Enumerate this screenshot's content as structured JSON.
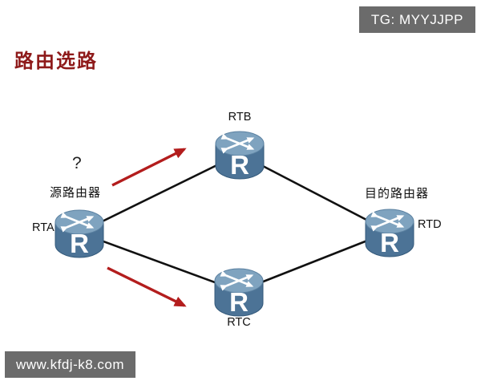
{
  "header": {
    "badge": "TG: MYYJJPP",
    "title": "路由选路"
  },
  "footer": {
    "watermark": "www.kfdj-k8.com"
  },
  "diagram": {
    "type": "network-topology",
    "router_glyph": "R",
    "question_mark": "?",
    "source_router_caption": "源路由器",
    "destination_router_caption": "目的路由器",
    "routers": [
      {
        "id": "rta",
        "label": "RTA"
      },
      {
        "id": "rtb",
        "label": "RTB"
      },
      {
        "id": "rtc",
        "label": "RTC"
      },
      {
        "id": "rtd",
        "label": "RTD"
      }
    ],
    "links": [
      {
        "from": "RTA",
        "to": "RTB"
      },
      {
        "from": "RTB",
        "to": "RTD"
      },
      {
        "from": "RTA",
        "to": "RTC"
      },
      {
        "from": "RTC",
        "to": "RTD"
      }
    ],
    "red_arrows": [
      {
        "from": "RTA",
        "toward": "RTB"
      },
      {
        "from": "RTA",
        "toward": "RTC"
      }
    ]
  },
  "colors": {
    "title_red": "#8e1a1a",
    "arrow_red": "#b31d1d",
    "router_body_blue": "#4c7396",
    "router_top_blue": "#7fa3bf",
    "link_line": "#111111",
    "badge_bg": "#6b6b6b",
    "badge_text": "#ffffff"
  }
}
